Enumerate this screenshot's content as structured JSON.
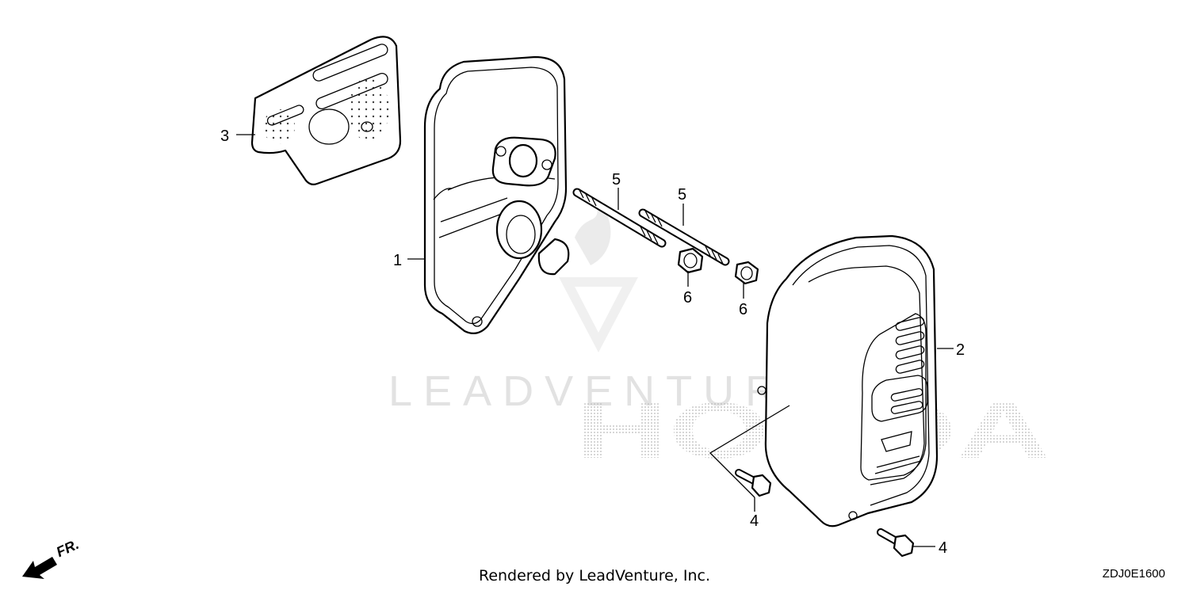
{
  "diagram": {
    "callouts": {
      "muffler_protector": "1",
      "muffler_cover": "2",
      "gasket": "3",
      "bolt_left": "4",
      "bolt_right": "4",
      "stud_left": "5",
      "stud_right": "5",
      "nut_left": "6",
      "nut_right": "6"
    },
    "watermark": {
      "text": "LEADVENTURE",
      "brand": "HONDA"
    },
    "direction_label": "FR.",
    "footer": "Rendered by LeadVenture, Inc.",
    "diagram_code": "ZDJ0E1600"
  }
}
